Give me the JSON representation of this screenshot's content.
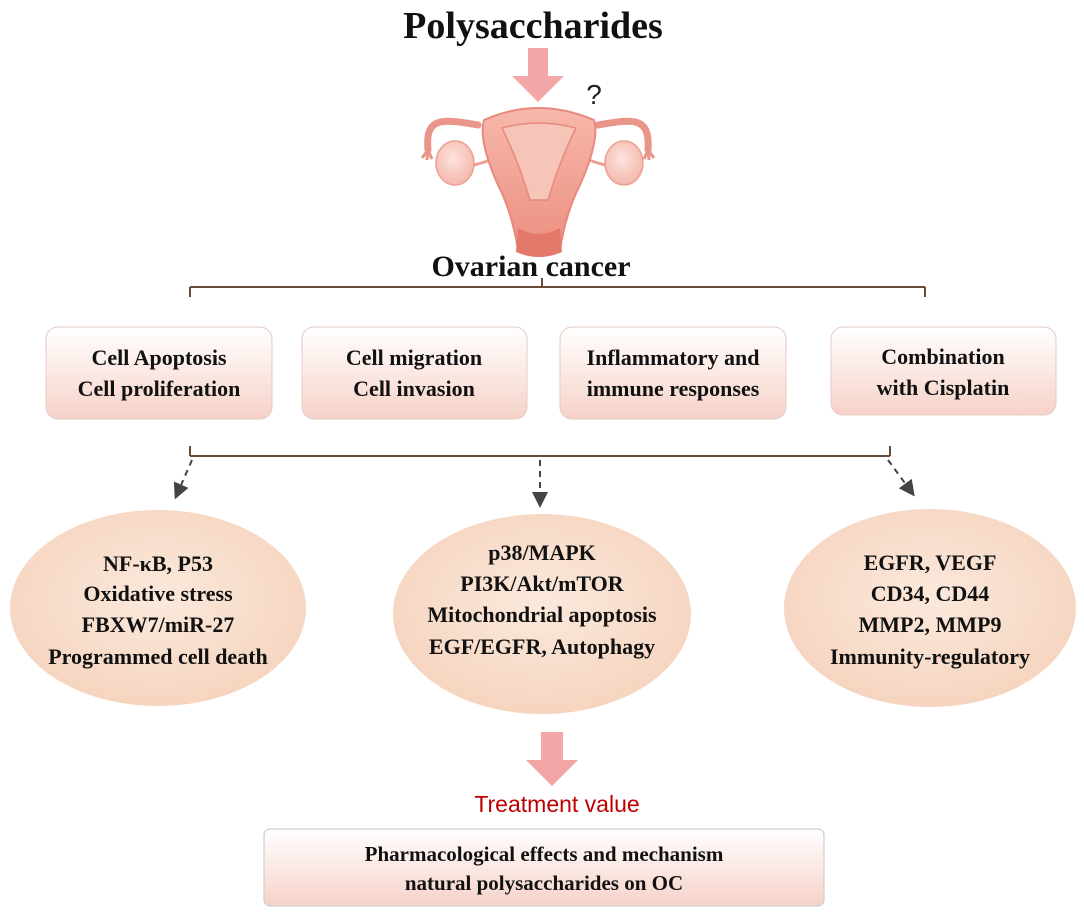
{
  "header": {
    "title": "Polysaccharides",
    "question_mark": "?"
  },
  "organ": {
    "label": "Ovarian cancer"
  },
  "categories": [
    {
      "line1": "Cell Apoptosis",
      "line2": "Cell proliferation"
    },
    {
      "line1": "Cell migration",
      "line2": "Cell invasion"
    },
    {
      "line1": "Inflammatory and",
      "line2": "immune responses"
    },
    {
      "line1": "Combination",
      "line2": "with Cisplatin"
    }
  ],
  "mechanisms": [
    {
      "lines": [
        "NF-κB, P53",
        "Oxidative stress",
        "FBXW7/miR-27",
        "Programmed cell death"
      ]
    },
    {
      "lines": [
        "p38/MAPK",
        "PI3K/Akt/mTOR",
        "Mitochondrial apoptosis",
        "EGF/EGFR, Autophagy"
      ]
    },
    {
      "lines": [
        "EGFR, VEGF",
        "CD34, CD44",
        "MMP2, MMP9",
        "Immunity-regulatory"
      ]
    }
  ],
  "outcome": {
    "label": "Treatment value",
    "summary_line1": "Pharmacological effects and mechanism",
    "summary_line2": "natural polysaccharides on OC"
  },
  "colors": {
    "arrow": "#f4a6a6",
    "treatment_text": "#c00000",
    "uterus_main": "#f2a69a",
    "uterus_inner": "#e8897c",
    "box_fill_top": "#ffffff",
    "box_fill_bottom": "#f6d7cf",
    "ellipse_fill": "#f7dcc9",
    "bracket_line": "#6b4a3a",
    "dashed_arrow": "#444444"
  }
}
